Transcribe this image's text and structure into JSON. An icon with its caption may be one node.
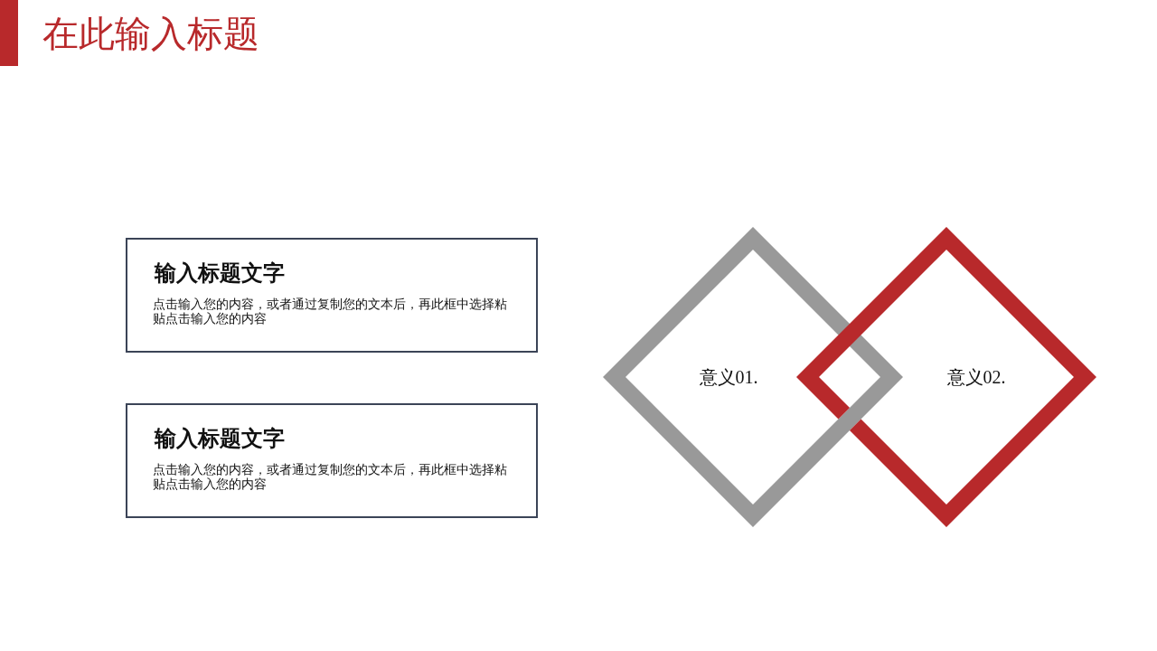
{
  "diagram": {
    "title": "在此输入标题",
    "nodes": [
      {
        "text": [
          "输入标题文字",
          "点击输入您的内容，或者通过复制您的文本后，再此框中选择粘贴点击输入您的内容"
        ]
      },
      {
        "text": [
          "输入标题文字",
          "点击输入您的内容，或者通过复制您的文本后，再此框中选择粘贴点击输入您的内容"
        ]
      },
      {
        "text": [
          "意义01."
        ]
      },
      {
        "text": [
          "意义02."
        ]
      }
    ]
  }
}
